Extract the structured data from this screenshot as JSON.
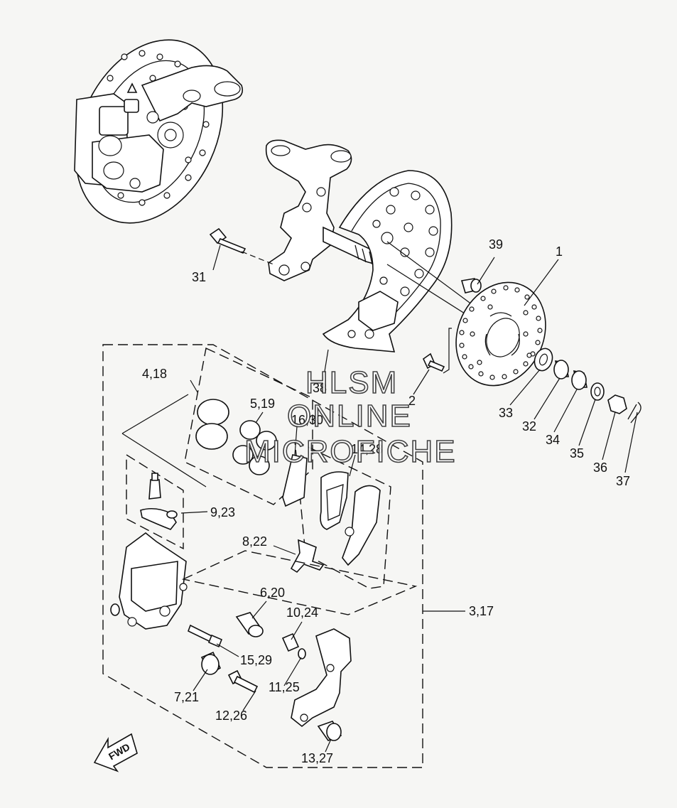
{
  "watermark": {
    "line1": "HLSM",
    "line2": "ONLINE",
    "line3": "MICROFICHE"
  },
  "direction_arrow": {
    "label": "FWD"
  },
  "callouts": [
    {
      "id": "c1",
      "text": "1"
    },
    {
      "id": "c2",
      "text": "2"
    },
    {
      "id": "c3",
      "text": "3,17"
    },
    {
      "id": "c4",
      "text": "4,18"
    },
    {
      "id": "c5",
      "text": "5,19"
    },
    {
      "id": "c6",
      "text": "6,20"
    },
    {
      "id": "c7",
      "text": "7,21"
    },
    {
      "id": "c8",
      "text": "8,22"
    },
    {
      "id": "c9",
      "text": "9,23"
    },
    {
      "id": "c10",
      "text": "10,24"
    },
    {
      "id": "c11",
      "text": "11,25"
    },
    {
      "id": "c12",
      "text": "12,26"
    },
    {
      "id": "c13",
      "text": "13,27"
    },
    {
      "id": "c14",
      "text": "14,28"
    },
    {
      "id": "c15",
      "text": "15,29"
    },
    {
      "id": "c16",
      "text": "16,30"
    },
    {
      "id": "c31",
      "text": "31"
    },
    {
      "id": "c32",
      "text": "32"
    },
    {
      "id": "c33",
      "text": "33"
    },
    {
      "id": "c34",
      "text": "34"
    },
    {
      "id": "c35",
      "text": "35"
    },
    {
      "id": "c36",
      "text": "36"
    },
    {
      "id": "c37",
      "text": "37"
    },
    {
      "id": "c38",
      "text": "38"
    },
    {
      "id": "c39",
      "text": "39"
    }
  ]
}
